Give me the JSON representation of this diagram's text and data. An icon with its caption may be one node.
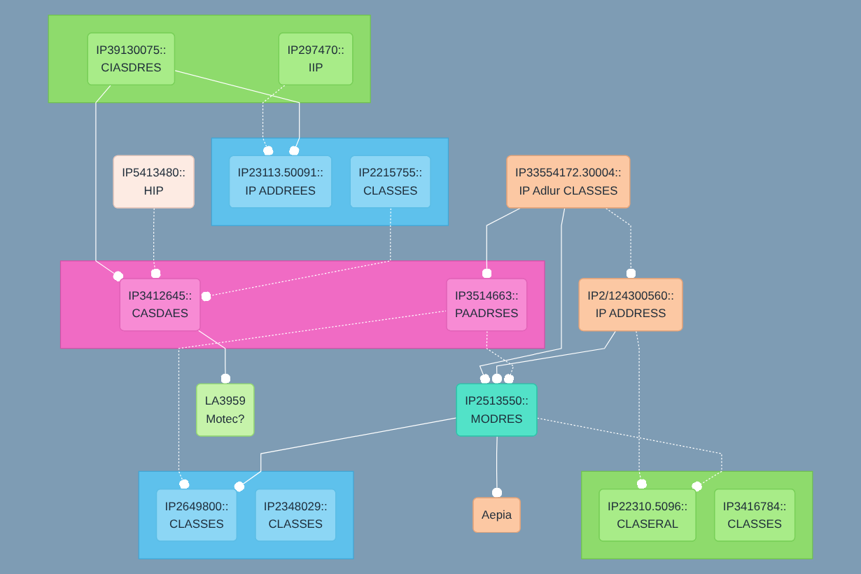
{
  "diagram": {
    "nodes": [
      {
        "text": [],
        "shape": "box"
      },
      {
        "text": [
          "IP297470::",
          "IIP"
        ],
        "in": 0
      },
      {
        "text": [
          "IP39130075::",
          "CIASDRES"
        ],
        "in": 0
      },
      {
        "text": [
          "IP5413480::",
          "HIP"
        ]
      },
      {
        "text": [
          "IP33554172.30004::",
          "IP Adlur CLASSES"
        ]
      },
      {
        "text": [
          "IP2/124300560::",
          "IP ADDRESS"
        ]
      },
      {
        "text": [],
        "shape": "box"
      },
      {
        "text": [
          "IP23113.50091::",
          "IP ADDREES"
        ],
        "in": 6
      },
      {
        "text": [
          "IP2215755::",
          "CLASSES"
        ],
        "in": 6
      },
      {
        "text": [],
        "shape": "box"
      },
      {
        "text": [
          "IP3412645::",
          "CASDAES"
        ],
        "in": 9
      },
      {
        "text": [
          "IP3514663::",
          "PAADRSES"
        ],
        "in": 9
      },
      {
        "text": [
          "IP2513550::",
          "MODRES"
        ]
      },
      {
        "text": [],
        "shape": "box"
      },
      {
        "text": [
          "IP22310.5096::",
          "CLASERAL"
        ],
        "in": 13
      },
      {
        "text": [
          "IP3416784::",
          "CLASSES"
        ],
        "in": 13
      },
      {
        "text": [
          "LA3959",
          "Motec?"
        ]
      },
      {
        "text": [],
        "shape": "box"
      },
      {
        "text": [
          "IP2649800::",
          "CLASSES"
        ],
        "in": 17
      },
      {
        "text": [
          "IP2348029::",
          "CLASSES"
        ],
        "in": 17
      },
      {
        "text": [
          "Aepia"
        ]
      }
    ],
    "edges": [
      {
        "from": 1,
        "to": 7,
        "arrow": "other",
        "style": "dashed"
      },
      {
        "from": 2,
        "to": 7,
        "arrow": "other"
      },
      {
        "from": 2,
        "to": 10,
        "arrow": "other"
      },
      {
        "from": 3,
        "to": 10,
        "arrow": "other",
        "style": "dashed"
      },
      {
        "from": 4,
        "to": 12,
        "arrow": "other"
      },
      {
        "from": 4,
        "to": 11,
        "arrow": "other"
      },
      {
        "from": 5,
        "to": 12,
        "arrow": "other"
      },
      {
        "from": 5,
        "to": 14,
        "arrow": "other",
        "style": "dashed"
      },
      {
        "from": 4,
        "to": 5,
        "arrow": "other",
        "style": "dashed"
      },
      {
        "from": 8,
        "to": 10,
        "arrow": "other",
        "style": "dashed"
      },
      {
        "from": 11,
        "to": 12,
        "arrow": "other",
        "style": "dashed"
      },
      {
        "from": 12,
        "to": 14,
        "arrow": "other",
        "style": "dashed"
      },
      {
        "from": 10,
        "to": 16,
        "arrow": "other"
      },
      {
        "from": 11,
        "to": 18,
        "arrow": "other",
        "style": "dashed"
      },
      {
        "from": 12,
        "to": 18,
        "arrow": "other"
      },
      {
        "from": 12,
        "to": 20,
        "arrow": "other"
      }
    ]
  }
}
